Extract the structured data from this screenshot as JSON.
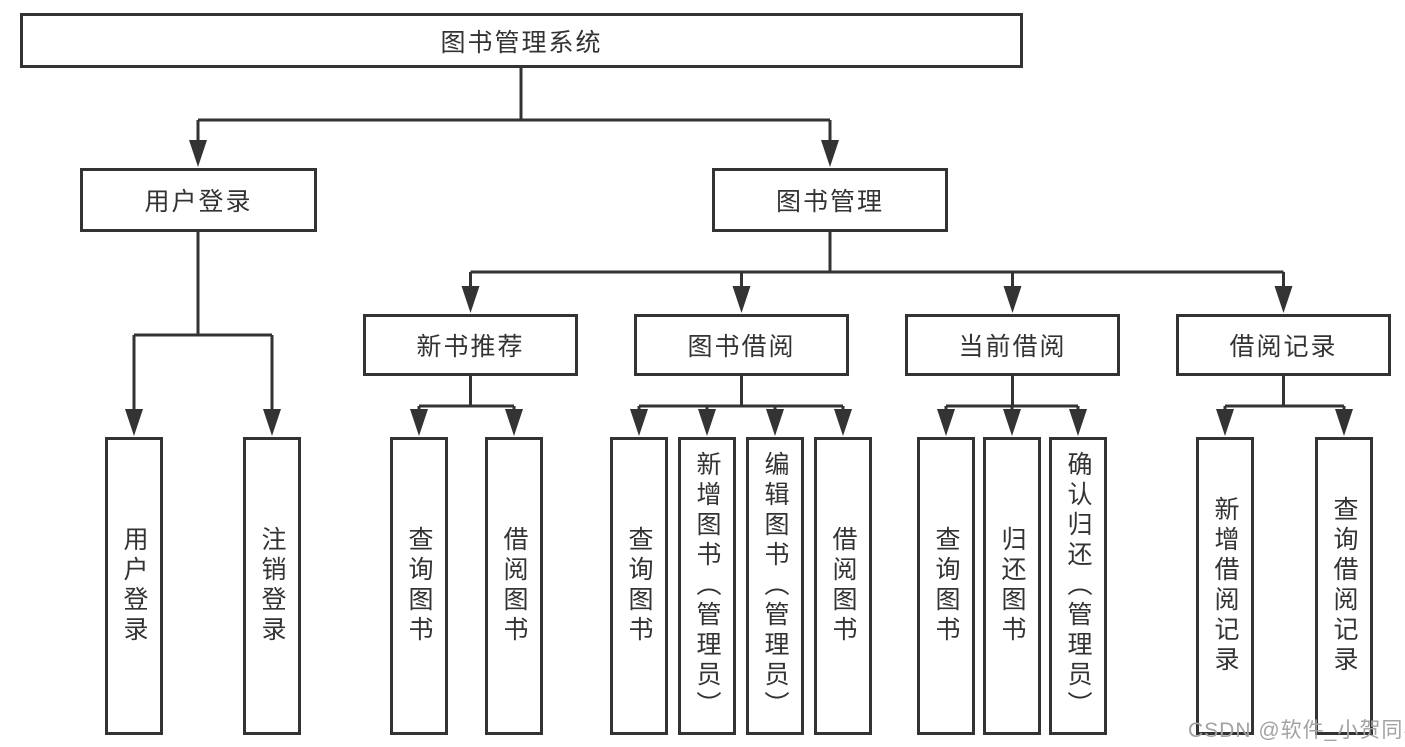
{
  "tree": {
    "root": {
      "label": "图书管理系统"
    },
    "children": [
      {
        "label": "用户登录",
        "children": [
          {
            "label": "用户登录"
          },
          {
            "label": "注销登录"
          }
        ]
      },
      {
        "label": "图书管理",
        "children": [
          {
            "label": "新书推荐",
            "children": [
              {
                "label": "查询图书"
              },
              {
                "label": "借阅图书"
              }
            ]
          },
          {
            "label": "图书借阅",
            "children": [
              {
                "label": "查询图书"
              },
              {
                "label": "新增图书（管理员）"
              },
              {
                "label": "编辑图书（管理员）"
              },
              {
                "label": "借阅图书"
              }
            ]
          },
          {
            "label": "当前借阅",
            "children": [
              {
                "label": "查询图书"
              },
              {
                "label": "归还图书"
              },
              {
                "label": "确认归还（管理员）"
              }
            ]
          },
          {
            "label": "借阅记录",
            "children": [
              {
                "label": "新增借阅记录"
              },
              {
                "label": "查询借阅记录"
              }
            ]
          }
        ]
      }
    ]
  },
  "watermark": {
    "text": "CSDN @软件_小贺同学"
  },
  "colors": {
    "line": "#333333",
    "border": "#333333",
    "text": "#333333",
    "background": "#ffffff",
    "watermark": "#a3a3a3"
  }
}
